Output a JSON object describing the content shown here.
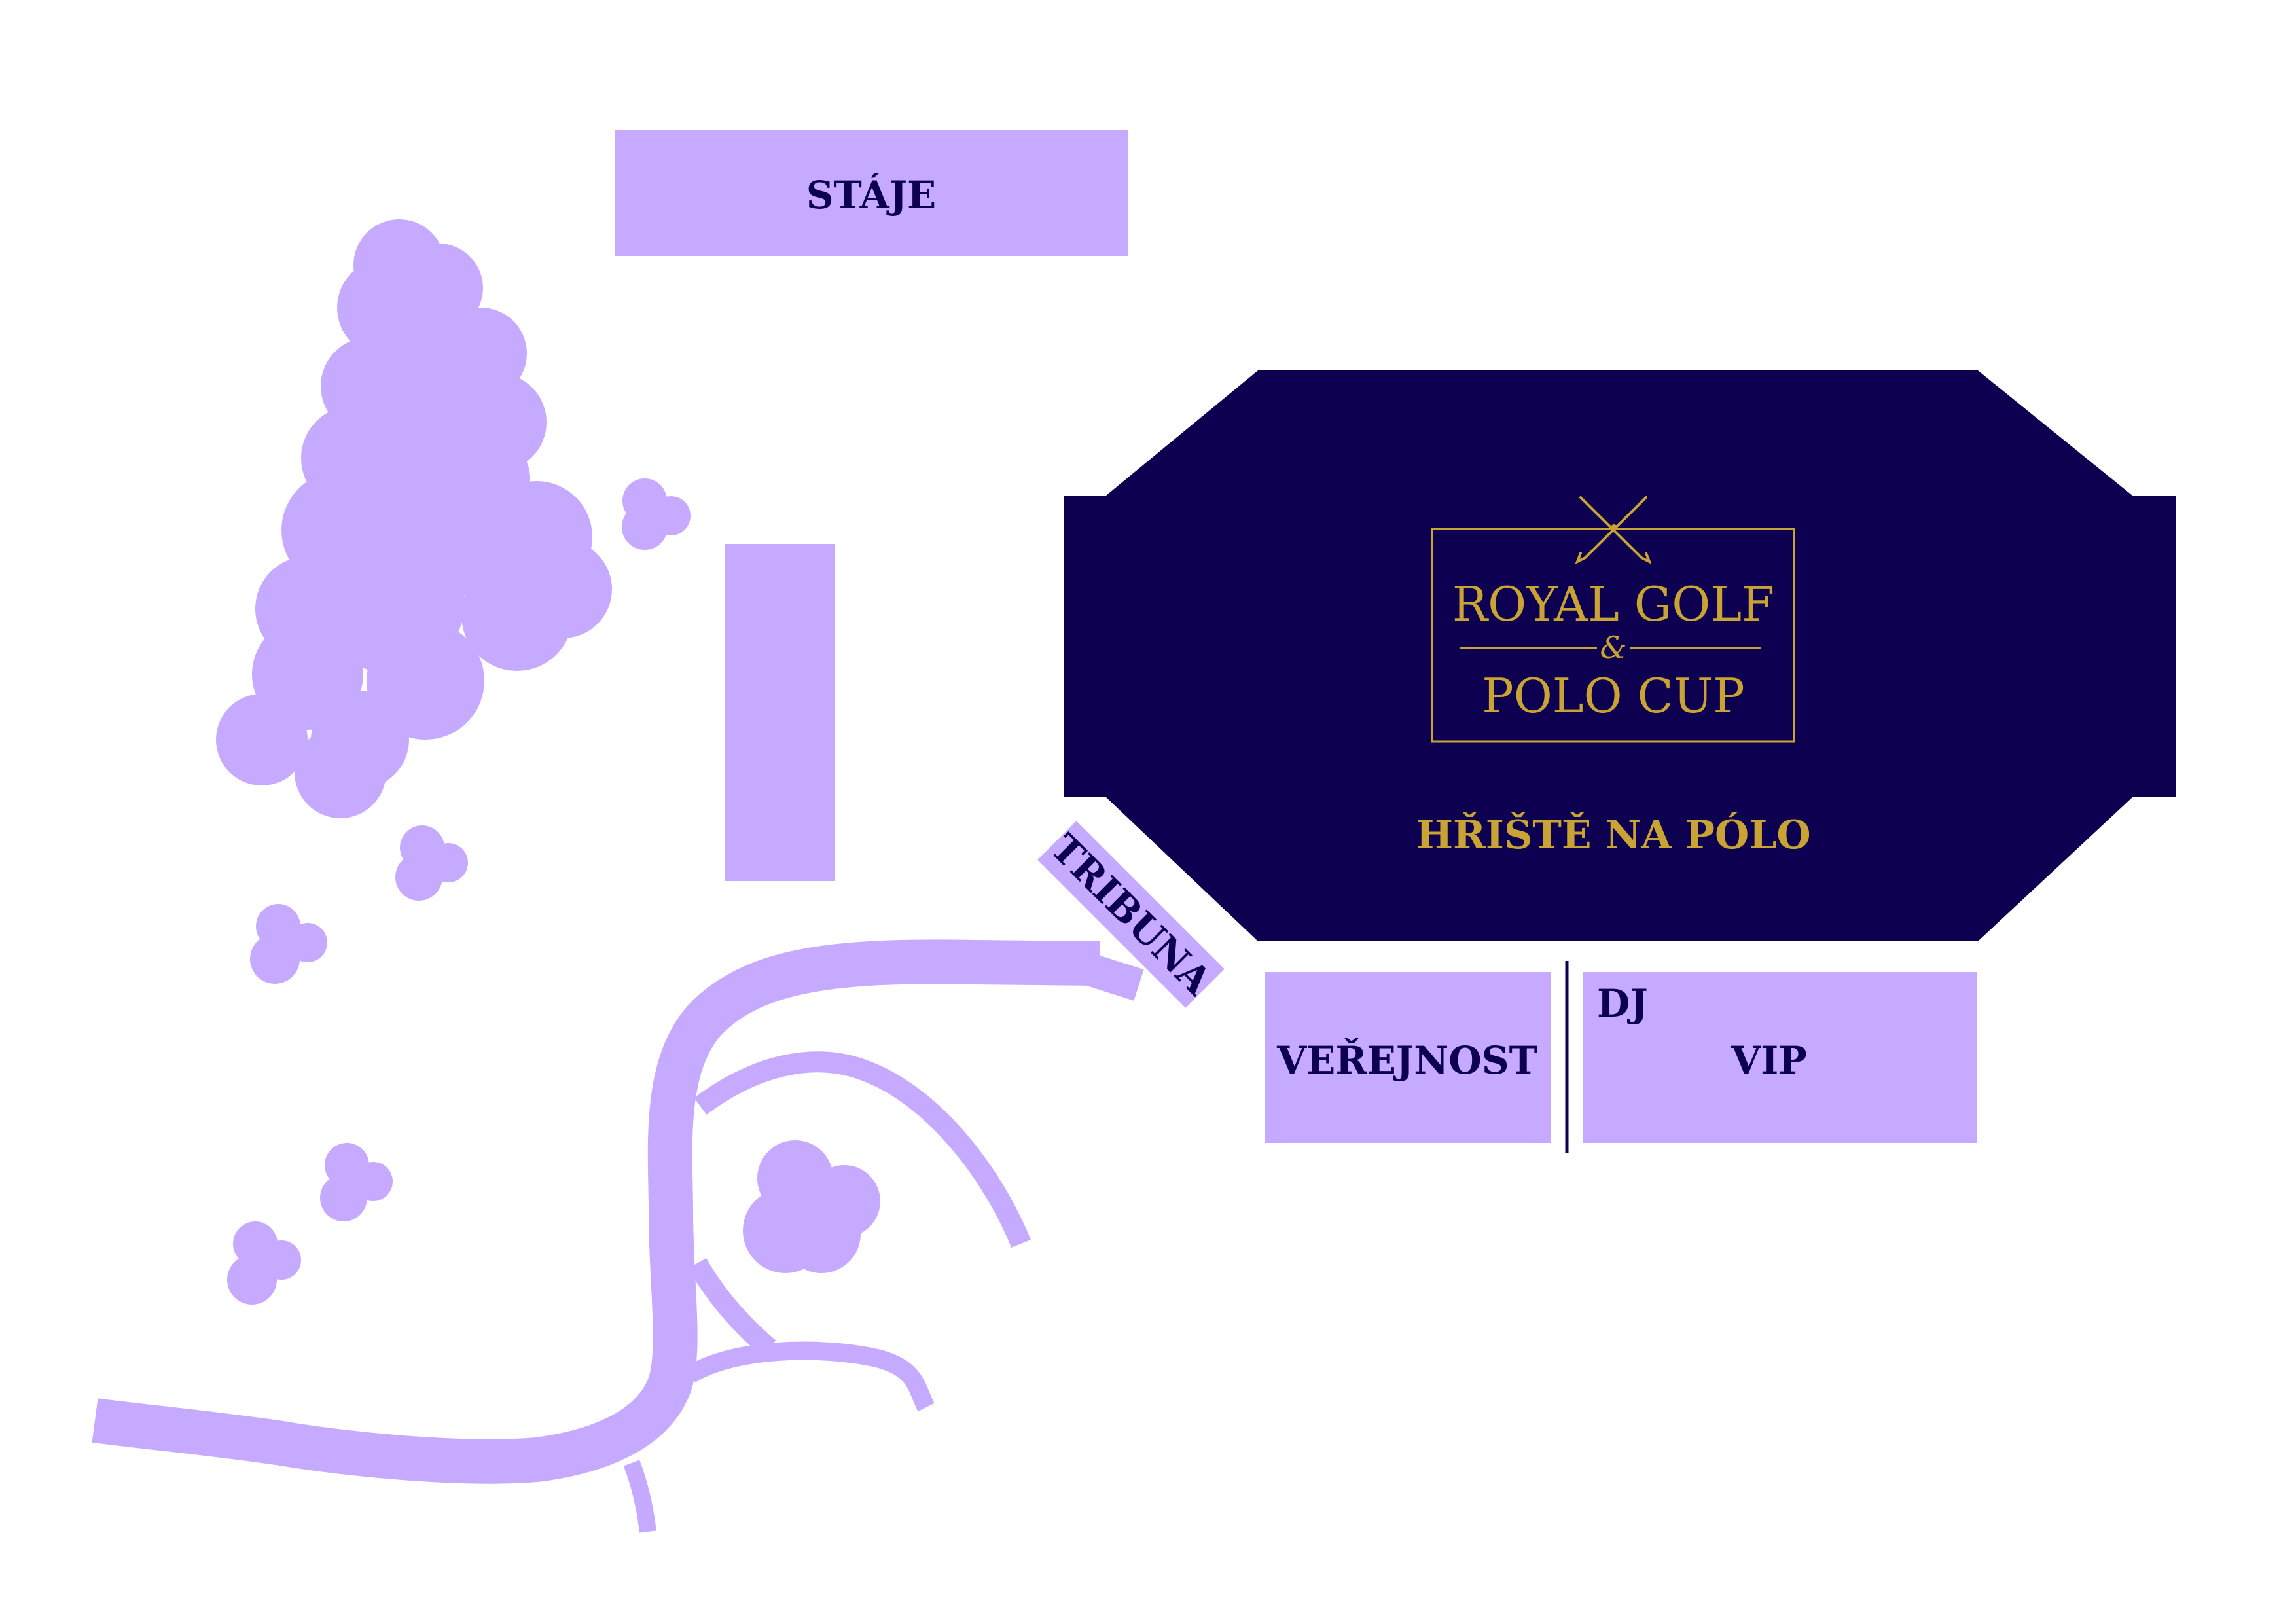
{
  "colors": {
    "lavender": "#c6aaff",
    "navy": "#0d0050",
    "gold": "#c9a334",
    "background": "#ffffff"
  },
  "areas": {
    "stables": "STÁJE",
    "tribune": "TRIBUNA",
    "public": "VEŘEJNOST",
    "dj": "DJ",
    "vip": "VIP",
    "polo_field": "HŘIŠTĚ NA PÓLO"
  },
  "logo": {
    "line1": "ROYAL GOLF",
    "ampersand": "&",
    "line2": "POLO CUP",
    "icon": "crossed-golf-clubs-icon"
  }
}
